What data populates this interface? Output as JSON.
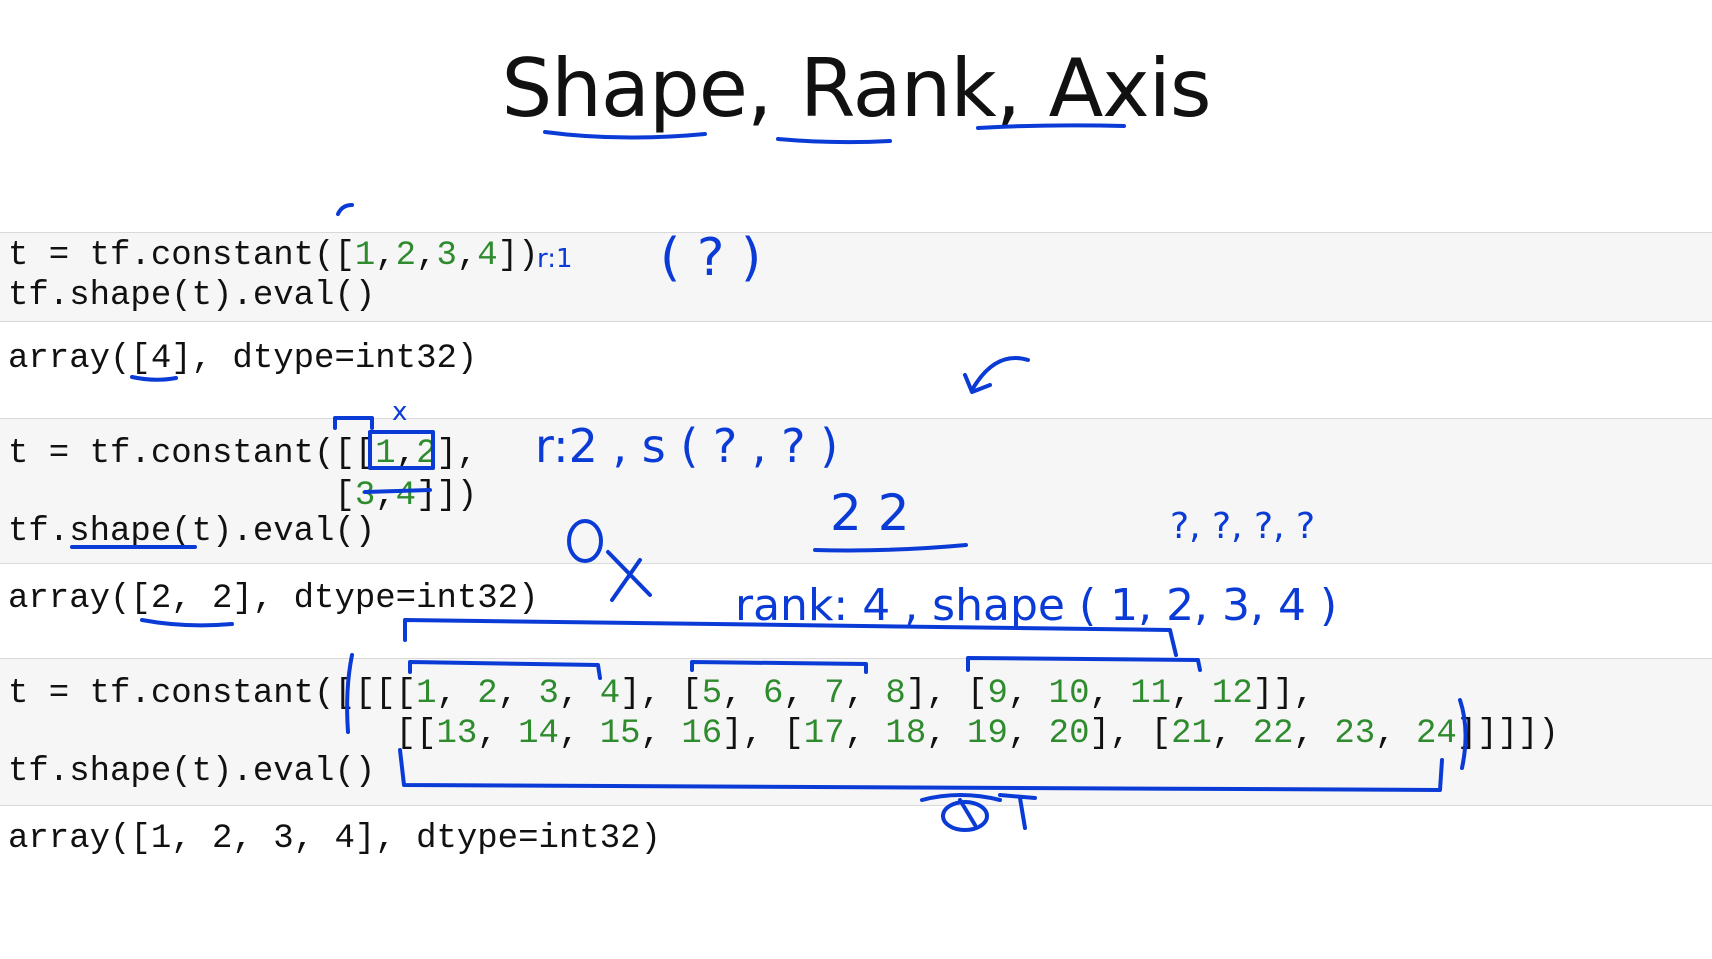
{
  "slide": {
    "title_parts": [
      "Shape,",
      "Rank,",
      "Axis"
    ]
  },
  "cells": [
    {
      "input_lines": [
        [
          "t = tf.constant([",
          "1",
          ",",
          "2",
          ",",
          "3",
          ",",
          "4",
          "])"
        ],
        [
          "tf.shape(t).eval()"
        ]
      ],
      "output": "array([4], dtype=int32)"
    },
    {
      "input_lines": [
        [
          "t = tf.constant([[",
          "1",
          ",",
          "2",
          "],"
        ],
        [
          "                ",
          "[",
          "3",
          ",",
          "4",
          "]])"
        ],
        [
          "tf.shape(t).eval()"
        ]
      ],
      "output": "array([2, 2], dtype=int32)"
    },
    {
      "input_lines": [
        [
          "t = tf.constant([[[[",
          "1",
          ", ",
          "2",
          ", ",
          "3",
          ", ",
          "4",
          "], [",
          "5",
          ", ",
          "6",
          ", ",
          "7",
          ", ",
          "8",
          "], [",
          "9",
          ", ",
          "10",
          ", ",
          "11",
          ", ",
          "12",
          "]],"
        ],
        [
          "                   [[",
          "13",
          ", ",
          "14",
          ", ",
          "15",
          ", ",
          "16",
          "], [",
          "17",
          ", ",
          "18",
          ", ",
          "19",
          ", ",
          "20",
          "], [",
          "21",
          ", ",
          "22",
          ", ",
          "23",
          ", ",
          "24",
          "]]]])"
        ],
        [
          "tf.shape(t).eval()"
        ]
      ],
      "output": "array([1, 2, 3, 4], dtype=int32)"
    }
  ],
  "annotations": {
    "q1": "( ? )",
    "r1": "r:1",
    "r2": "r:2 , s ( ? , ? )",
    "r2_values": "2   2",
    "placeholders": "?,  ?,  ?,  ?",
    "rank_shape": "rank: 4 , shape ( 1, 2, 3, 4 )"
  },
  "colors": {
    "ink": "#0b3bd6",
    "number": "#2e8b2e",
    "cell_bg": "#f6f6f6"
  }
}
